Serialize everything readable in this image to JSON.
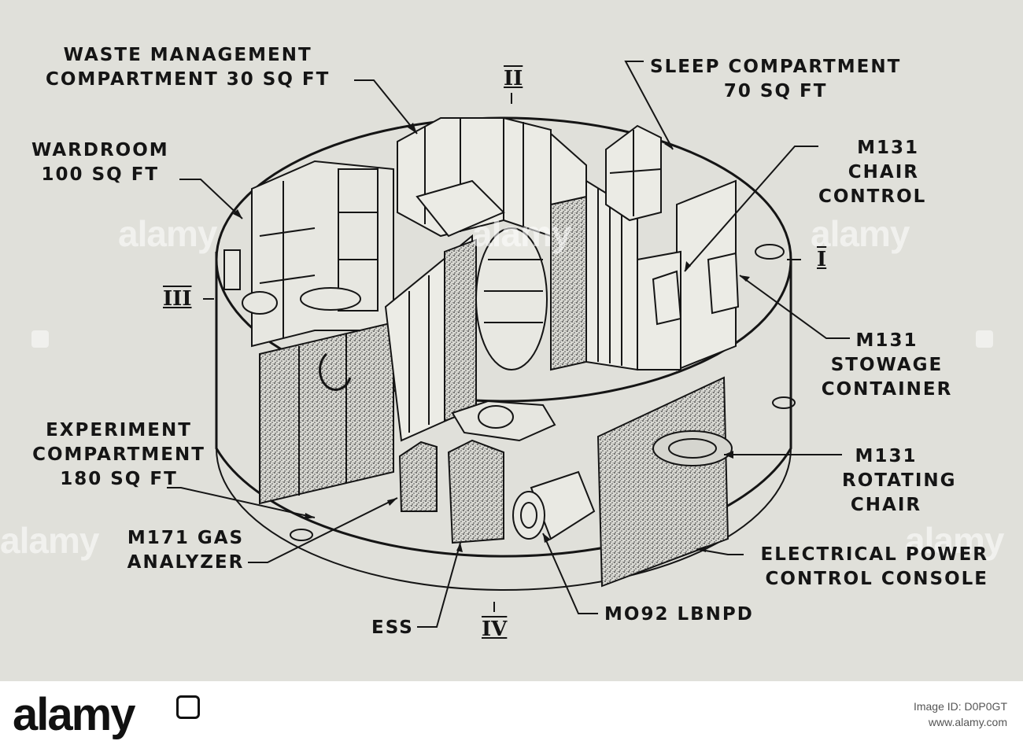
{
  "labels": {
    "waste": [
      "WASTE MANAGEMENT",
      "COMPARTMENT 30 SQ FT"
    ],
    "sleep": [
      "SLEEP COMPARTMENT",
      "70 SQ FT"
    ],
    "wardroom": [
      "WARDROOM",
      "100 SQ FT"
    ],
    "chair_control": [
      "M131",
      "CHAIR",
      "CONTROL"
    ],
    "stowage": [
      "M131",
      "STOWAGE",
      "CONTAINER"
    ],
    "experiment": [
      "EXPERIMENT",
      "COMPARTMENT",
      "180 SQ FT"
    ],
    "rotating_chair": [
      "M131",
      "ROTATING",
      "CHAIR"
    ],
    "gas_analyzer": [
      "M171 GAS",
      "ANALYZER"
    ],
    "power_console": [
      "ELECTRICAL POWER",
      "CONTROL CONSOLE"
    ],
    "ess": "ESS",
    "lbnpd": "MO92 LBNPD"
  },
  "sectors": {
    "I": "I",
    "II": "II",
    "III": "III",
    "IV": "IV"
  },
  "watermark": {
    "text": "alamy"
  },
  "footer": {
    "logo": "alamy",
    "image_id": "Image ID: D0P0GT",
    "url": "www.alamy.com"
  }
}
